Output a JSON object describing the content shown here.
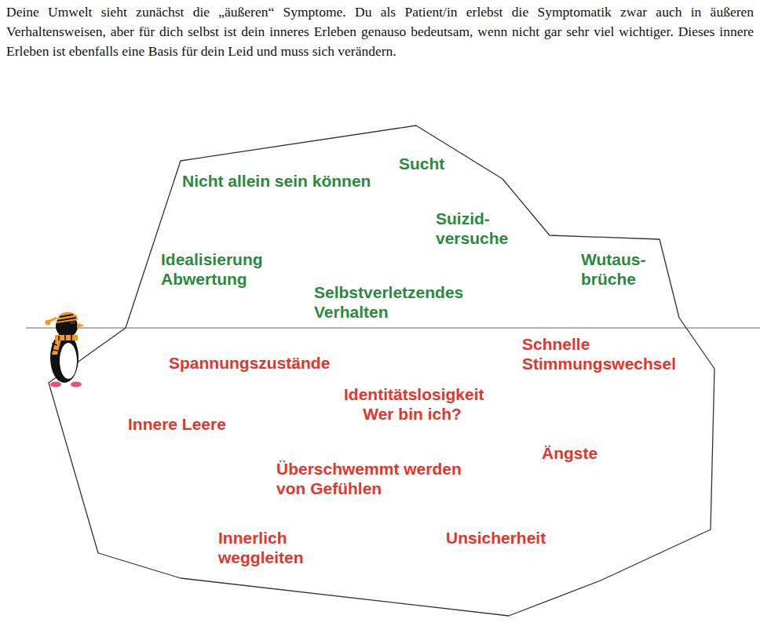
{
  "diagram": {
    "nodes": [
      {
        "text": [
          "Nicht allein sein können",
          "Sucht",
          "Suizid- versuche",
          "Idealisierung Abwertung",
          "Wutaus- brüche",
          "Selbstverletzendes Verhalten",
          "Schnelle Stimmungswechsel",
          "Spannungszustände",
          "Identitätslosigkeit",
          "Wer bin ich?",
          "Innere Leere",
          "Ängste",
          "Überschwemmt werden von Gefühlen",
          "Innerlich weggleiten",
          "Unsicherheit"
        ]
      }
    ],
    "labels": [
      "Deine Umwelt sieht zunächst die „äußeren“ Symptome. Du als Patient/in erlebst die Symptomatik zwar auch in äußeren Verhaltensweisen, aber für dich selbst ist dein inneres Erleben genauso bedeutsam, wenn nicht gar sehr viel wichtiger. Dieses innere Erleben ist ebenfalls eine Basis für dein Leid und muss sich verändern."
    ]
  }
}
